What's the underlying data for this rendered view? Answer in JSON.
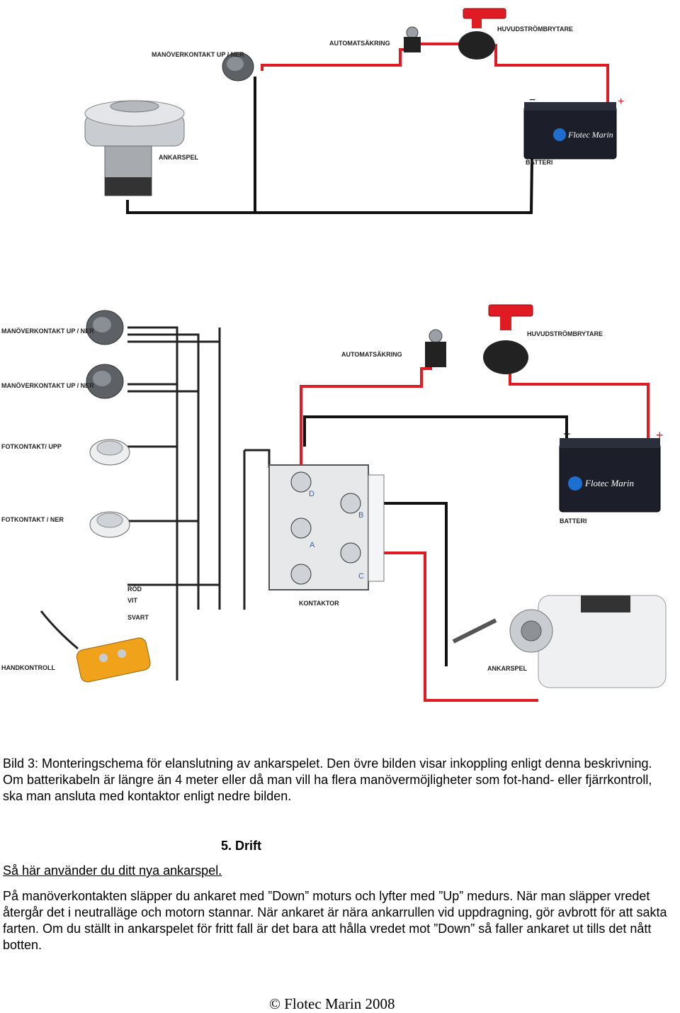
{
  "diagram_top": {
    "labels": {
      "switch": "MANÖVERKONTAKT UP / NER",
      "breaker": "AUTOMATSÄKRING",
      "main_switch": "HUVUDSTRÖMBRYTARE",
      "windlass": "ANKARSPEL",
      "battery": "BATTERI",
      "battery_brand": "Flotec Marin",
      "minus": "−",
      "plus": "+"
    }
  },
  "diagram_bottom": {
    "labels": {
      "switch1": "MANÖVERKONTAKT UP / NER",
      "switch2": "MANÖVERKONTAKT UP / NER",
      "foot_up": "FOTKONTAKT/ UPP",
      "foot_down": "FOTKONTAKT / NER",
      "breaker": "AUTOMATSÄKRING",
      "main_switch": "HUVUDSTRÖMBRYTARE",
      "battery": "BATTERI",
      "battery_brand": "Flotec Marin",
      "minus": "−",
      "plus": "+",
      "contactor": "KONTAKTOR",
      "terminal_d": "D",
      "terminal_b": "B",
      "terminal_a": "A",
      "terminal_c": "C",
      "wire_red": "RÖD",
      "wire_white": "VIT",
      "wire_black": "SVART",
      "remote": "HANDKONTROLL",
      "windlass": "ANKARSPEL"
    }
  },
  "caption": "Bild 3: Monteringschema för elanslutning av ankarspelet. Den övre bilden visar inkoppling enligt denna beskrivning. Om batterikabeln är längre än 4 meter eller då man vill ha flera manövermöjligheter som fot-hand- eller fjärrkontroll, ska man ansluta med  kontaktor enligt nedre bilden.",
  "section": {
    "heading": "5. Drift",
    "subheading": "Så här använder du ditt nya ankarspel.",
    "body": "På manöverkontakten släpper du ankaret med  ”Down” moturs och lyfter med ”Up” medurs. När man släpper vredet återgår det i neutralläge och motorn stannar. När ankaret är nära ankarrullen vid uppdragning, gör avbrott för att sakta farten. Om du ställt in ankarspelet för fritt fall är det bara att hålla vredet mot ”Down” så faller ankaret ut tills det nått botten."
  },
  "footer": "© Flotec Marin 2008",
  "colors": {
    "positive_wire": "#e01b24",
    "negative_wire": "#111111"
  }
}
